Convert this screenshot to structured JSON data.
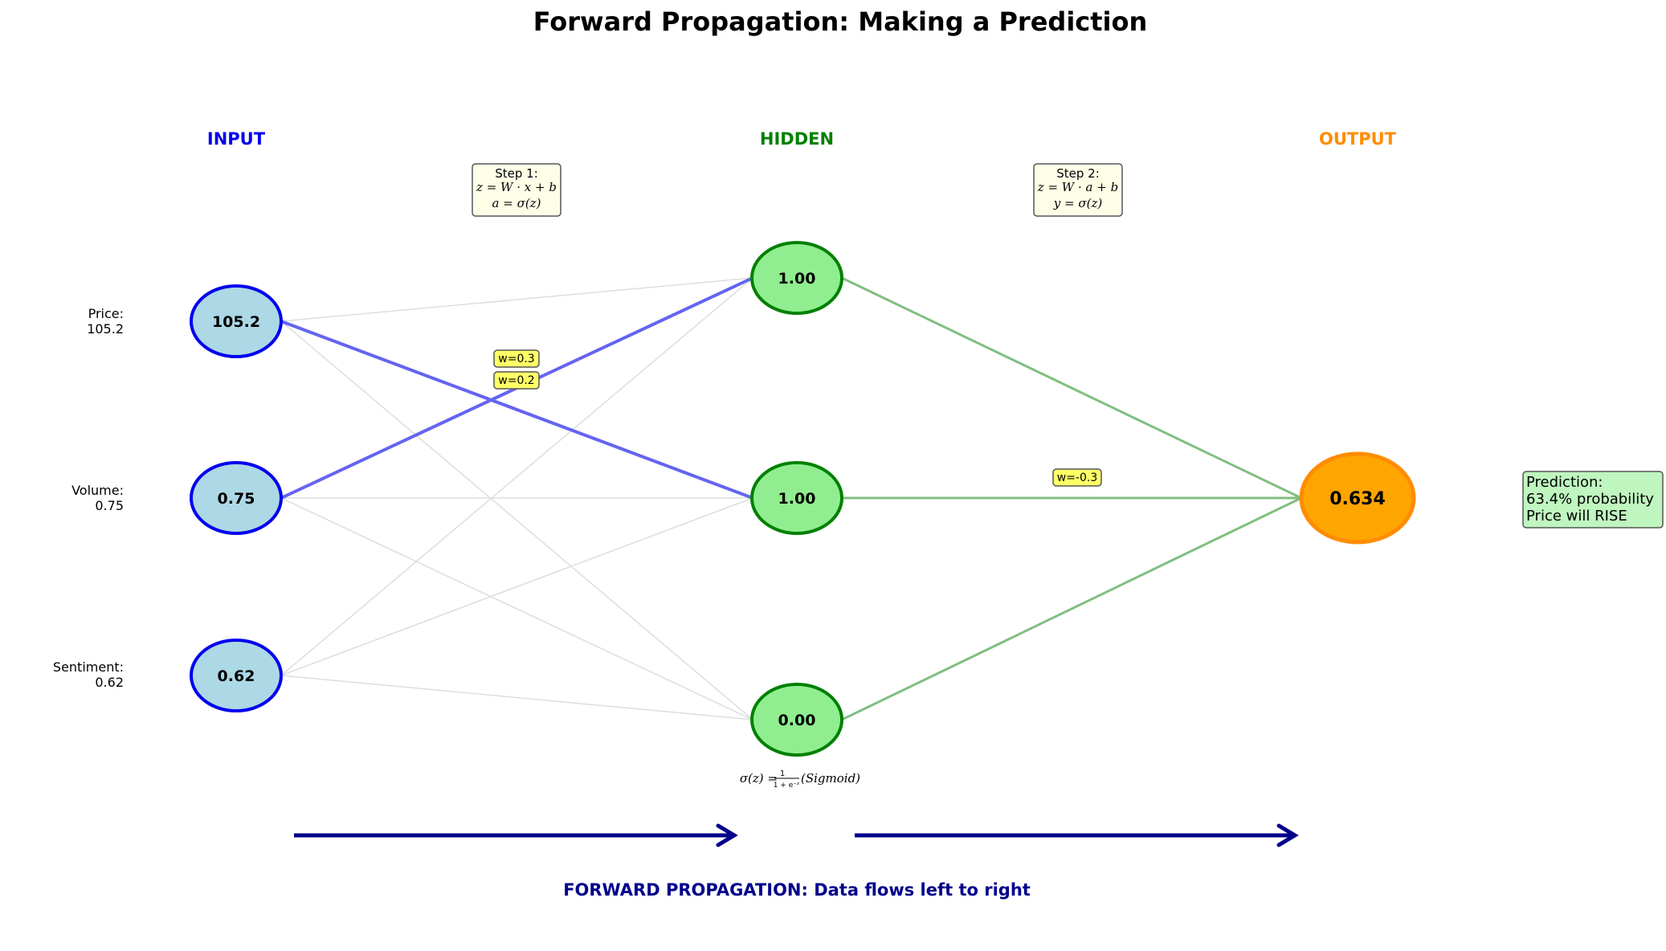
{
  "title": "Forward Propagation: Making a Prediction",
  "layers": {
    "input": "INPUT",
    "hidden": "HIDDEN",
    "output": "OUTPUT"
  },
  "colors": {
    "input_label": "#0000ee",
    "hidden_label": "#008000",
    "output_label": "#ff8c00",
    "input_fill": "#add8e6",
    "input_stroke": "#0000ee",
    "hidden_fill": "#90ee90",
    "hidden_stroke": "#008000",
    "output_fill": "#ffa500",
    "output_stroke": "#ff8c00",
    "highlight_edge": "#6464f0",
    "output_edge": "#80bf80",
    "weak_edge": "#dddddd",
    "weight_tag": "#ffff66",
    "step_box": "#ffffe8",
    "prediction_box": "#bff5bf",
    "flow": "#00008b"
  },
  "inputs": [
    {
      "name": "Price:",
      "value_label": "105.2",
      "node": "105.2"
    },
    {
      "name": "Volume:",
      "value_label": "0.75",
      "node": "0.75"
    },
    {
      "name": "Sentiment:",
      "value_label": "0.62",
      "node": "0.62"
    }
  ],
  "hidden": [
    "1.00",
    "1.00",
    "0.00"
  ],
  "output": "0.634",
  "steps": [
    {
      "title": "Step 1:",
      "line1": "z = W · x + b",
      "line2": "a = σ(z)"
    },
    {
      "title": "Step 2:",
      "line1": "z = W · a + b",
      "line2": "y = σ(z)"
    }
  ],
  "weights": [
    "w=0.3",
    "w=0.2",
    "w=-0.3"
  ],
  "sigmoid": {
    "lhs": "σ(z) = ",
    "num": "1",
    "den": "1 + e⁻ᶻ",
    "suffix": " (Sigmoid)"
  },
  "prediction": [
    "Prediction:",
    "63.4% probability",
    "Price will RISE"
  ],
  "footer": "FORWARD PROPAGATION: Data flows left to right"
}
